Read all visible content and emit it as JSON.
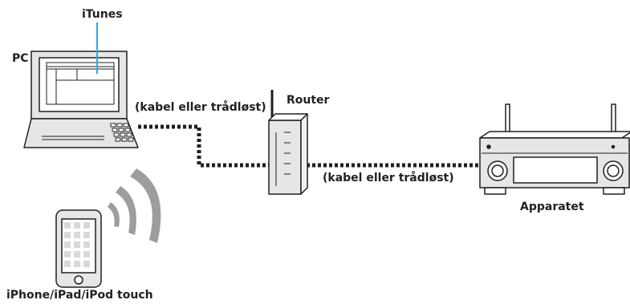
{
  "labels": {
    "itunes": "iTunes",
    "pc": "PC",
    "router": "Router",
    "cable_pc_router": "(kabel eller trådløst)",
    "cable_router_device": "(kabel eller trådløst)",
    "device": "Apparatet",
    "mobile": "iPhone/iPad/iPod touch"
  },
  "colors": {
    "line": "#231f20",
    "device_fill": "#e6e6e6",
    "screen_fill": "#f2f2f2",
    "itunes_pointer": "#29abe2",
    "wifi_waves": "#9d9d9d"
  }
}
